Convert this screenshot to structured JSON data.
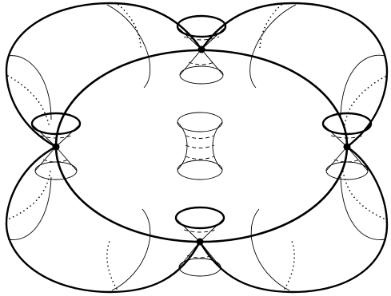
{
  "colors": {
    "background": "#ffffff",
    "shaded_region": "#c4c4c4",
    "outline": "#000000"
  },
  "diagram": {
    "lobes": [
      "upper-left",
      "upper-right",
      "lower-left",
      "lower-right"
    ],
    "junction_points": [
      "top",
      "left",
      "right",
      "bottom"
    ],
    "light_cones": [
      "top",
      "left",
      "right",
      "bottom"
    ],
    "central_figure": "hyperboloid"
  }
}
